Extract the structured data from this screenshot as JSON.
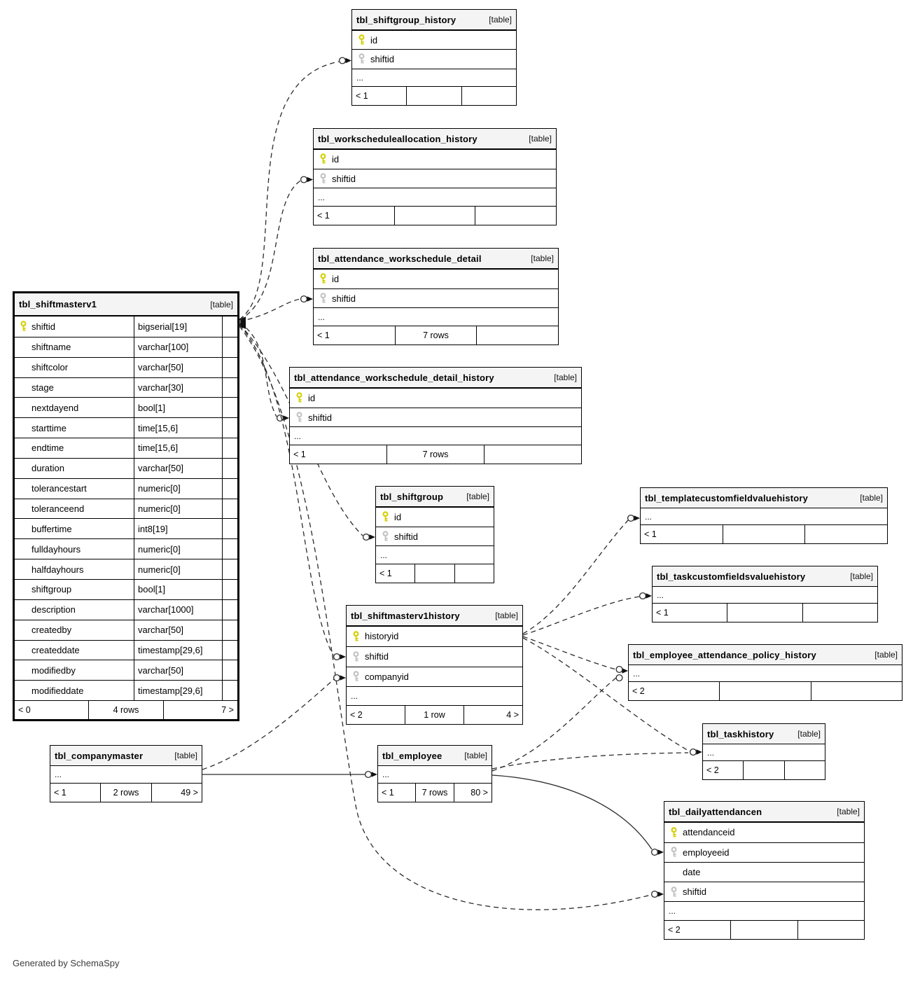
{
  "diagram": {
    "generator_note": "Generated by SchemaSpy",
    "tag_label": "[table]"
  },
  "colors": {
    "primary_key": "#d4cf00",
    "foreign_key": "#c2c2c2",
    "header_bg": "#f4f4f4",
    "border": "#000000",
    "edge": "#2b2b2b"
  },
  "tables": [
    {
      "id": "shiftmasterv1",
      "name": "tbl_shiftmasterv1",
      "tag": "[table]",
      "columns": [
        {
          "name": "shiftid",
          "type": "bigserial[19]",
          "key": "pk"
        },
        {
          "name": "shiftname",
          "type": "varchar[100]",
          "key": null
        },
        {
          "name": "shiftcolor",
          "type": "varchar[50]",
          "key": null
        },
        {
          "name": "stage",
          "type": "varchar[30]",
          "key": null
        },
        {
          "name": "nextdayend",
          "type": "bool[1]",
          "key": null
        },
        {
          "name": "starttime",
          "type": "time[15,6]",
          "key": null
        },
        {
          "name": "endtime",
          "type": "time[15,6]",
          "key": null
        },
        {
          "name": "duration",
          "type": "varchar[50]",
          "key": null
        },
        {
          "name": "tolerancestart",
          "type": "numeric[0]",
          "key": null
        },
        {
          "name": "toleranceend",
          "type": "numeric[0]",
          "key": null
        },
        {
          "name": "buffertime",
          "type": "int8[19]",
          "key": null
        },
        {
          "name": "fulldayhours",
          "type": "numeric[0]",
          "key": null
        },
        {
          "name": "halfdayhours",
          "type": "numeric[0]",
          "key": null
        },
        {
          "name": "shiftgroup",
          "type": "bool[1]",
          "key": null
        },
        {
          "name": "description",
          "type": "varchar[1000]",
          "key": null
        },
        {
          "name": "createdby",
          "type": "varchar[50]",
          "key": null
        },
        {
          "name": "createddate",
          "type": "timestamp[29,6]",
          "key": null
        },
        {
          "name": "modifiedby",
          "type": "varchar[50]",
          "key": null
        },
        {
          "name": "modifieddate",
          "type": "timestamp[29,6]",
          "key": null
        }
      ],
      "footer": {
        "left": "< 0",
        "center": "4 rows",
        "right": "7 >"
      }
    },
    {
      "id": "shiftgroup_history",
      "name": "tbl_shiftgroup_history",
      "tag": "[table]",
      "columns": [
        {
          "name": "id",
          "key": "pk"
        },
        {
          "name": "shiftid",
          "key": "fk"
        }
      ],
      "ellipsis": "...",
      "footer": {
        "left": "< 1",
        "center": "",
        "right": ""
      }
    },
    {
      "id": "workscheduleallocation_history",
      "name": "tbl_workscheduleallocation_history",
      "tag": "[table]",
      "columns": [
        {
          "name": "id",
          "key": "pk"
        },
        {
          "name": "shiftid",
          "key": "fk"
        }
      ],
      "ellipsis": "...",
      "footer": {
        "left": "< 1",
        "center": "",
        "right": ""
      }
    },
    {
      "id": "attendance_workschedule_detail",
      "name": "tbl_attendance_workschedule_detail",
      "tag": "[table]",
      "columns": [
        {
          "name": "id",
          "key": "pk"
        },
        {
          "name": "shiftid",
          "key": "fk"
        }
      ],
      "ellipsis": "...",
      "footer": {
        "left": "< 1",
        "center": "7 rows",
        "right": ""
      }
    },
    {
      "id": "attendance_workschedule_detail_history",
      "name": "tbl_attendance_workschedule_detail_history",
      "tag": "[table]",
      "columns": [
        {
          "name": "id",
          "key": "pk"
        },
        {
          "name": "shiftid",
          "key": "fk"
        }
      ],
      "ellipsis": "...",
      "footer": {
        "left": "< 1",
        "center": "7 rows",
        "right": ""
      }
    },
    {
      "id": "shiftgroup",
      "name": "tbl_shiftgroup",
      "tag": "[table]",
      "columns": [
        {
          "name": "id",
          "key": "pk"
        },
        {
          "name": "shiftid",
          "key": "fk"
        }
      ],
      "ellipsis": "...",
      "footer": {
        "left": "< 1",
        "center": "",
        "right": ""
      }
    },
    {
      "id": "shiftmasterv1history",
      "name": "tbl_shiftmasterv1history",
      "tag": "[table]",
      "columns": [
        {
          "name": "historyid",
          "key": "pk"
        },
        {
          "name": "shiftid",
          "key": "fk"
        },
        {
          "name": "companyid",
          "key": "fk"
        }
      ],
      "ellipsis": "...",
      "footer": {
        "left": "< 2",
        "center": "1 row",
        "right": "4 >"
      }
    },
    {
      "id": "templatecustomfieldvaluehistory",
      "name": "tbl_templatecustomfieldvaluehistory",
      "tag": "[table]",
      "columns": [],
      "ellipsis": "...",
      "footer": {
        "left": "< 1",
        "center": "",
        "right": ""
      }
    },
    {
      "id": "taskcustomfieldsvaluehistory",
      "name": "tbl_taskcustomfieldsvaluehistory",
      "tag": "[table]",
      "columns": [],
      "ellipsis": "...",
      "footer": {
        "left": "< 1",
        "center": "",
        "right": ""
      }
    },
    {
      "id": "employee_attendance_policy_history",
      "name": "tbl_employee_attendance_policy_history",
      "tag": "[table]",
      "columns": [],
      "ellipsis": "...",
      "footer": {
        "left": "< 2",
        "center": "",
        "right": ""
      }
    },
    {
      "id": "taskhistory",
      "name": "tbl_taskhistory",
      "tag": "[table]",
      "columns": [],
      "ellipsis": "...",
      "footer": {
        "left": "< 2",
        "center": "",
        "right": ""
      }
    },
    {
      "id": "companymaster",
      "name": "tbl_companymaster",
      "tag": "[table]",
      "columns": [],
      "ellipsis": "...",
      "footer": {
        "left": "< 1",
        "center": "2 rows",
        "right": "49 >"
      }
    },
    {
      "id": "employee",
      "name": "tbl_employee",
      "tag": "[table]",
      "columns": [],
      "ellipsis": "...",
      "footer": {
        "left": "< 1",
        "center": "7 rows",
        "right": "80 >"
      }
    },
    {
      "id": "dailyattendancen",
      "name": "tbl_dailyattendancen",
      "tag": "[table]",
      "columns": [
        {
          "name": "attendanceid",
          "key": "pk"
        },
        {
          "name": "employeeid",
          "key": "fk"
        },
        {
          "name": "date",
          "key": null
        },
        {
          "name": "shiftid",
          "key": "fk"
        }
      ],
      "ellipsis": "...",
      "footer": {
        "left": "< 2",
        "center": "",
        "right": ""
      }
    }
  ],
  "relationships": [
    {
      "from": "shiftmasterv1.shiftid",
      "to": "shiftgroup_history.shiftid",
      "style": "dashed"
    },
    {
      "from": "shiftmasterv1.shiftid",
      "to": "workscheduleallocation_history.shiftid",
      "style": "dashed"
    },
    {
      "from": "shiftmasterv1.shiftid",
      "to": "attendance_workschedule_detail.shiftid",
      "style": "dashed"
    },
    {
      "from": "shiftmasterv1.shiftid",
      "to": "attendance_workschedule_detail_history.shiftid",
      "style": "dashed"
    },
    {
      "from": "shiftmasterv1.shiftid",
      "to": "shiftgroup.shiftid",
      "style": "dashed"
    },
    {
      "from": "shiftmasterv1.shiftid",
      "to": "shiftmasterv1history.shiftid",
      "style": "dashed"
    },
    {
      "from": "shiftmasterv1.shiftid",
      "to": "dailyattendancen.shiftid",
      "style": "dashed"
    },
    {
      "from": "shiftmasterv1history.historyid",
      "to": "templatecustomfieldvaluehistory",
      "style": "dashed"
    },
    {
      "from": "shiftmasterv1history.historyid",
      "to": "taskcustomfieldsvaluehistory",
      "style": "dashed"
    },
    {
      "from": "shiftmasterv1history.historyid",
      "to": "employee_attendance_policy_history",
      "style": "dashed"
    },
    {
      "from": "shiftmasterv1history.historyid",
      "to": "taskhistory",
      "style": "dashed"
    },
    {
      "from": "companymaster",
      "to": "employee",
      "style": "solid"
    },
    {
      "from": "companymaster",
      "to": "shiftmasterv1history.companyid",
      "style": "dashed"
    },
    {
      "from": "employee",
      "to": "dailyattendancen.employeeid",
      "style": "solid"
    },
    {
      "from": "employee",
      "to": "employee_attendance_policy_history",
      "style": "dashed"
    },
    {
      "from": "employee",
      "to": "taskhistory",
      "style": "dashed"
    }
  ]
}
